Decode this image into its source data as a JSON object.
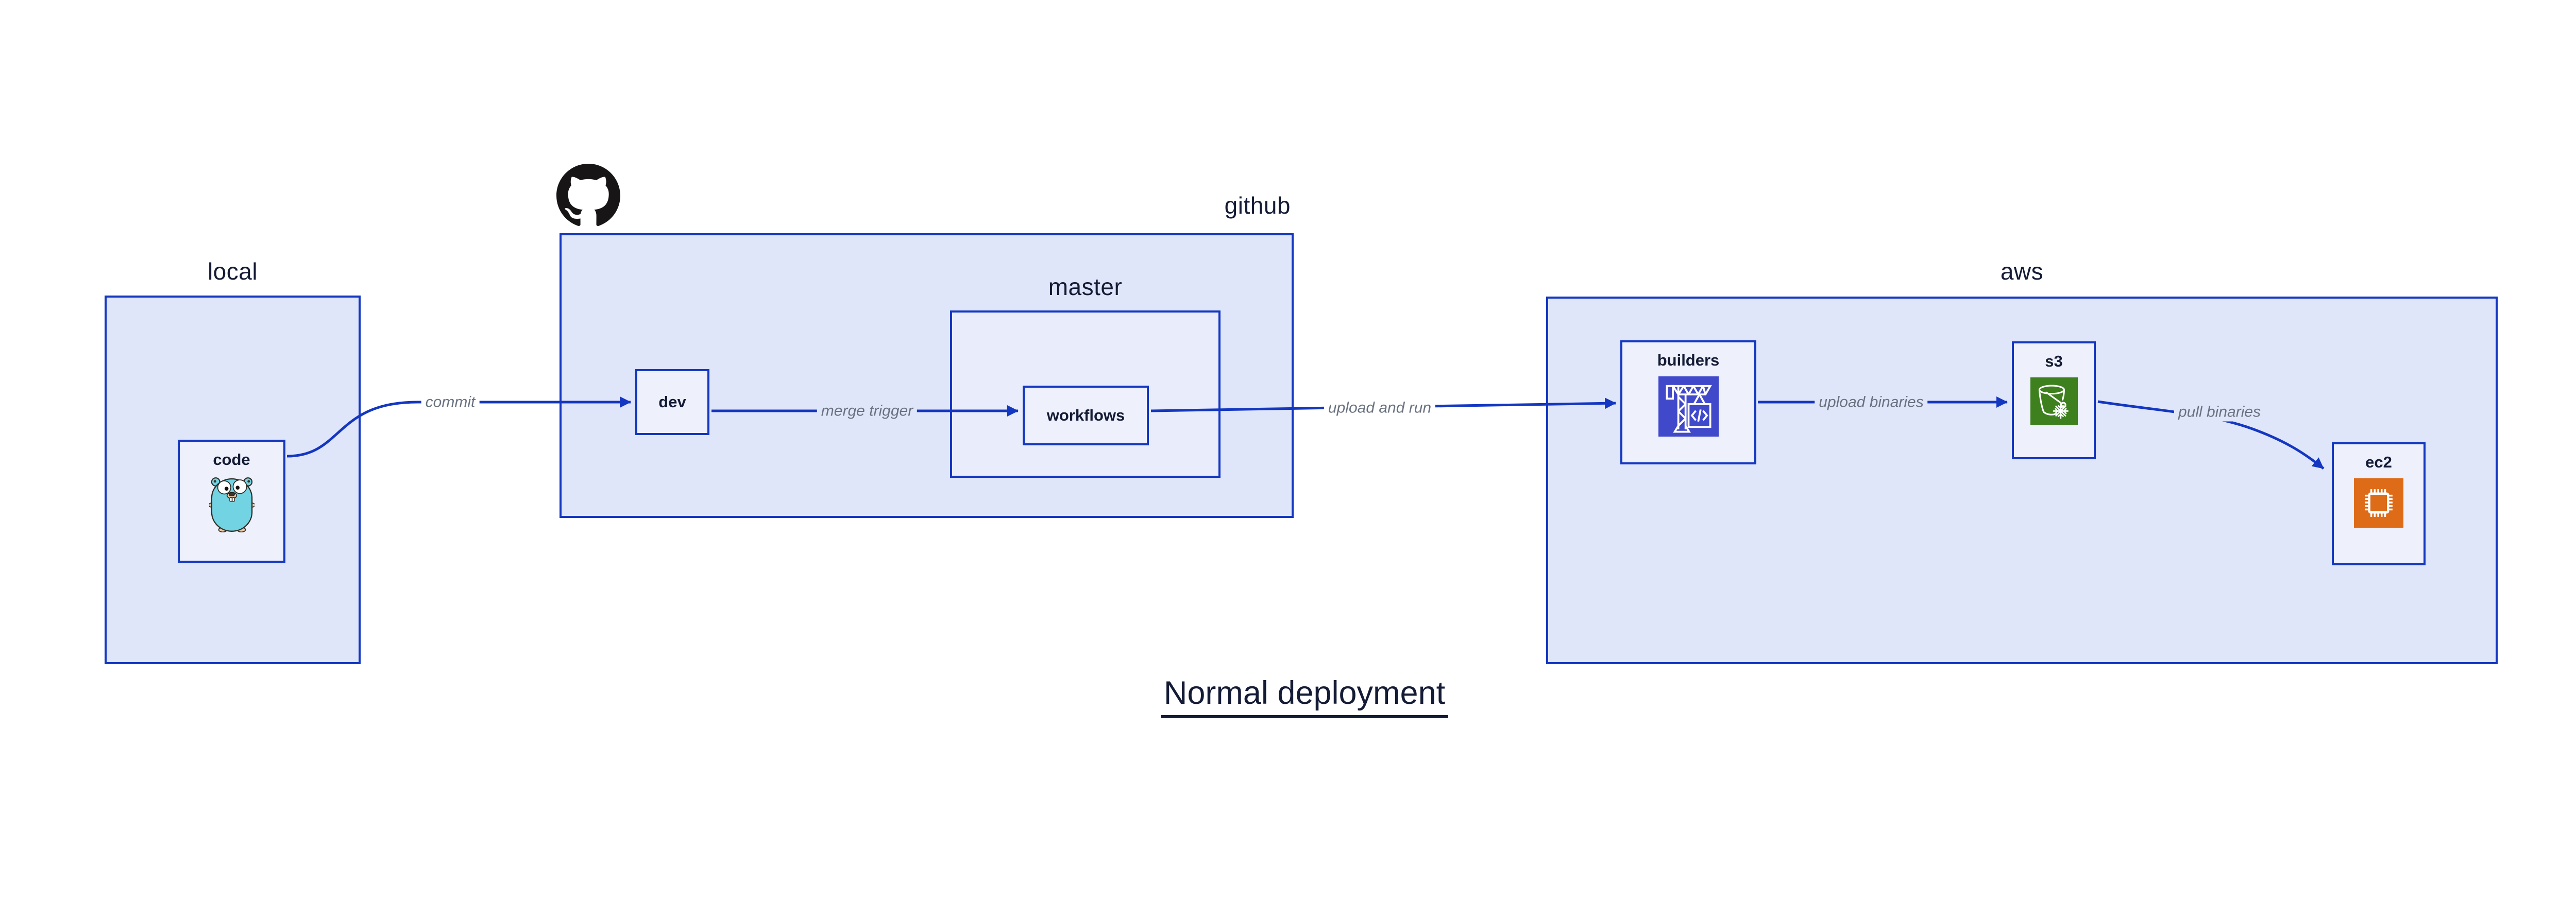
{
  "title": {
    "text": "Normal deployment"
  },
  "groups": {
    "local": {
      "label": "local"
    },
    "github": {
      "label": "github"
    },
    "master": {
      "label": "master"
    },
    "aws": {
      "label": "aws"
    }
  },
  "nodes": {
    "code": {
      "label": "code"
    },
    "dev": {
      "label": "dev"
    },
    "workflows": {
      "label": "workflows"
    },
    "builders": {
      "label": "builders"
    },
    "s3": {
      "label": "s3"
    },
    "ec2": {
      "label": "ec2"
    }
  },
  "edges": [
    {
      "id": "commit",
      "label": "commit",
      "from": "code",
      "to": "dev"
    },
    {
      "id": "merge-trigger",
      "label": "merge trigger",
      "from": "dev",
      "to": "workflows"
    },
    {
      "id": "upload-and-run",
      "label": "upload and run",
      "from": "workflows",
      "to": "builders"
    },
    {
      "id": "upload-binaries",
      "label": "upload binaries",
      "from": "builders",
      "to": "s3"
    },
    {
      "id": "pull-binaries",
      "label": "pull binaries",
      "from": "s3",
      "to": "ec2"
    }
  ],
  "icons": {
    "github": "github-octocat-logo",
    "code": "go-gopher",
    "builders": "aws-codebuild-crane",
    "s3": "aws-s3-glacier-bucket",
    "ec2": "aws-ec2-chip"
  },
  "colors": {
    "line_blue": "#1437c2",
    "group_fill": "#e0e6f9",
    "master_fill": "#e8ecfb",
    "node_fill": "#eef1fc",
    "navy_text": "#141b35",
    "gray_label": "#6a7280",
    "codebuild_bg": "#4149cb",
    "s3_bg": "#3e801e",
    "ec2_bg": "#dd6b17",
    "gopher_body": "#72d4e2",
    "octocat_black": "#171515"
  }
}
